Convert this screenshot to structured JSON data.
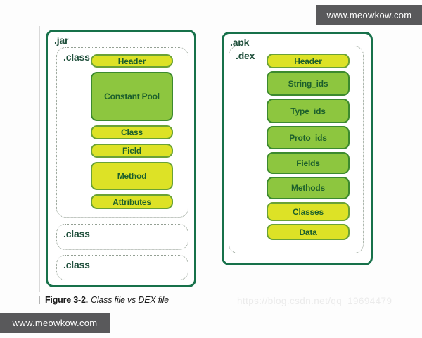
{
  "colors": {
    "border-green": "#17714a",
    "box-yellow": "#dde226",
    "box-yellow-border": "#6aa236",
    "box-green": "#8dc63f",
    "box-green-border": "#3c8a2e",
    "box-text": "#1c5f2c",
    "label-text": "#20503c",
    "bar-bg": "#59595b",
    "bar-text": "#ffffff",
    "faint-text": "#ebebeb"
  },
  "top_watermark": "www.meowkow.com",
  "bottom_watermark": "www.meowkow.com",
  "faint_watermark": "https://blog.csdn.net/qq_19694479",
  "caption": {
    "label": "Figure 3-2.",
    "text": "Class file vs DEX file"
  },
  "jar_panel": {
    "label": ".jar",
    "class_sections": [
      {
        "label": ".class",
        "items": [
          {
            "label": "Header",
            "tone": "yellow"
          },
          {
            "label": "Constant Pool",
            "tone": "green"
          },
          {
            "label": "Class",
            "tone": "yellow"
          },
          {
            "label": "Field",
            "tone": "yellow"
          },
          {
            "label": "Method",
            "tone": "yellow"
          },
          {
            "label": "Attributes",
            "tone": "yellow"
          }
        ]
      },
      {
        "label": ".class",
        "items": []
      },
      {
        "label": ".class",
        "items": []
      }
    ]
  },
  "apk_panel": {
    "label": ".apk",
    "dex_section": {
      "label": ".dex",
      "items": [
        {
          "label": "Header",
          "tone": "yellow"
        },
        {
          "label": "String_ids",
          "tone": "green"
        },
        {
          "label": "Type_ids",
          "tone": "green"
        },
        {
          "label": "Proto_ids",
          "tone": "green"
        },
        {
          "label": "Fields",
          "tone": "green"
        },
        {
          "label": "Methods",
          "tone": "green"
        },
        {
          "label": "Classes",
          "tone": "yellow"
        },
        {
          "label": "Data",
          "tone": "yellow"
        }
      ]
    }
  }
}
